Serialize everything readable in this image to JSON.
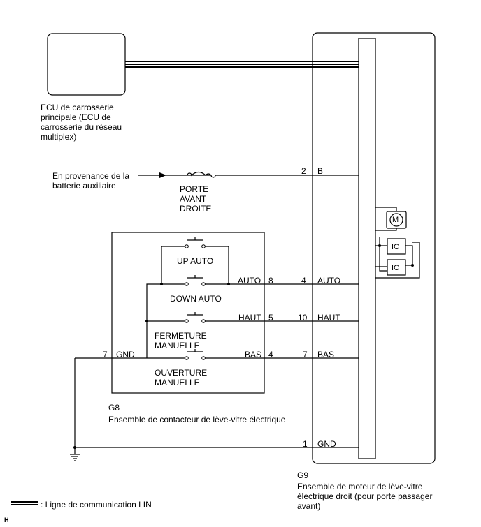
{
  "ecu": {
    "label": "ECU de carrosserie\nprincipale (ECU de\ncarrosserie du réseau\nmultiplex)"
  },
  "source": {
    "label": "En provenance de la\nbatterie auxiliaire",
    "fuse_label": "PORTE\nAVANT\nDROITE"
  },
  "switch_assembly": {
    "code": "G8",
    "name": "Ensemble de contacteur de lève-vitre électrique",
    "switches": {
      "up_auto": "UP AUTO",
      "down_auto": "DOWN AUTO",
      "manual_close": "FERMETURE\nMANUELLE",
      "manual_open": "OUVERTURE\nMANUELLE"
    },
    "pins": {
      "auto": {
        "name": "AUTO",
        "num": "8"
      },
      "haut": {
        "name": "HAUT",
        "num": "5"
      },
      "bas": {
        "name": "BAS",
        "num": "4"
      },
      "gnd": {
        "name": "GND",
        "num": "7"
      }
    }
  },
  "motor_assembly": {
    "code": "G9",
    "name": "Ensemble de moteur de lève-vitre\nélectrique droit (pour porte passager\navant)",
    "motor_symbol": "M",
    "ic_label": "IC",
    "pins": {
      "b": {
        "num": "2",
        "name": "B"
      },
      "auto": {
        "num": "4",
        "name": "AUTO"
      },
      "haut": {
        "num": "10",
        "name": "HAUT"
      },
      "bas": {
        "num": "7",
        "name": "BAS"
      },
      "gnd": {
        "num": "1",
        "name": "GND"
      }
    }
  },
  "legend": {
    "lin": ": Ligne de communication LIN"
  },
  "corner_mark": "H"
}
